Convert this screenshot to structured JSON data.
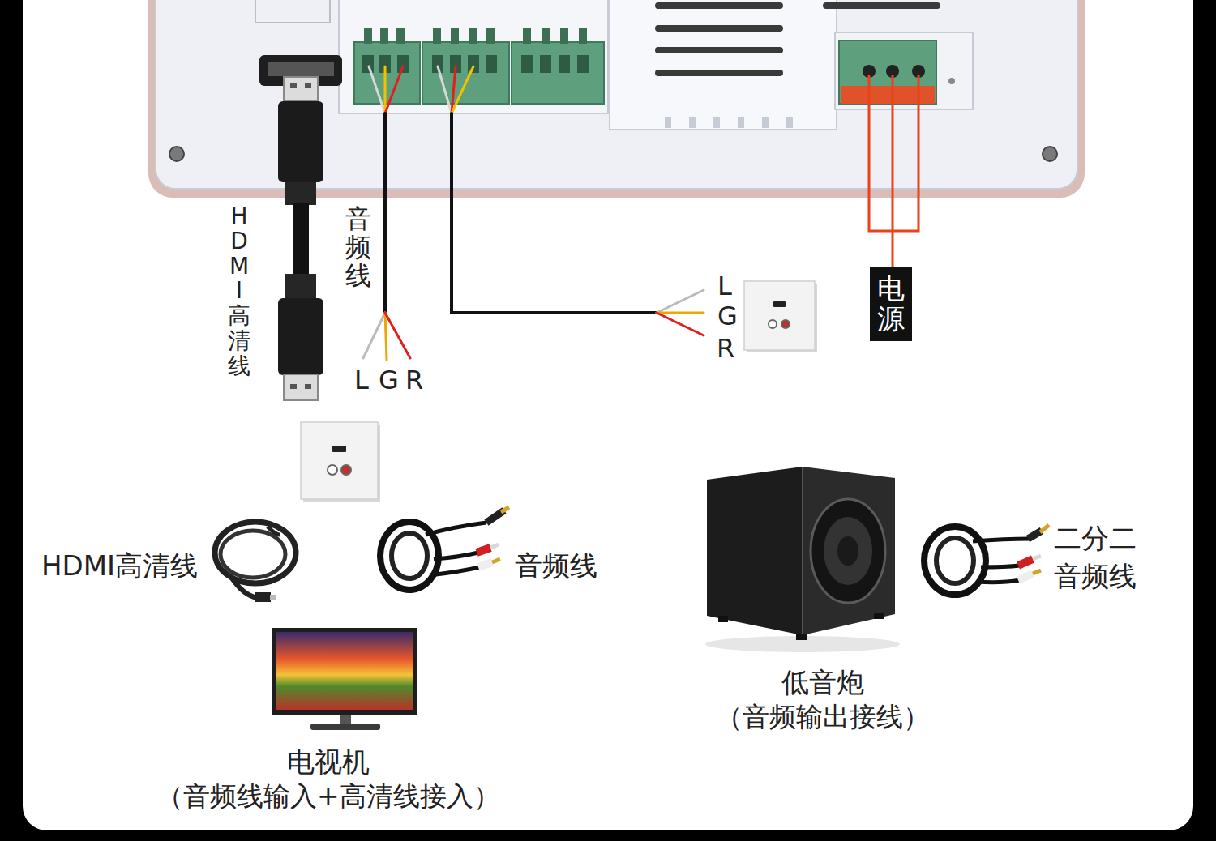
{
  "diagram": {
    "nodes": [
      {
        "text": [
          "电源"
        ]
      },
      {
        "text": [
          "电视机",
          "（音频线输入+高清线接入）"
        ]
      },
      {
        "text": [
          "低音炮",
          "（音频输出接线）"
        ]
      }
    ],
    "labels": [
      "HDMI高清线",
      "音频线",
      "L",
      "G",
      "R",
      "L",
      "G",
      "R",
      "HDMI高清线",
      "音频线",
      "二分二 音频线"
    ]
  }
}
